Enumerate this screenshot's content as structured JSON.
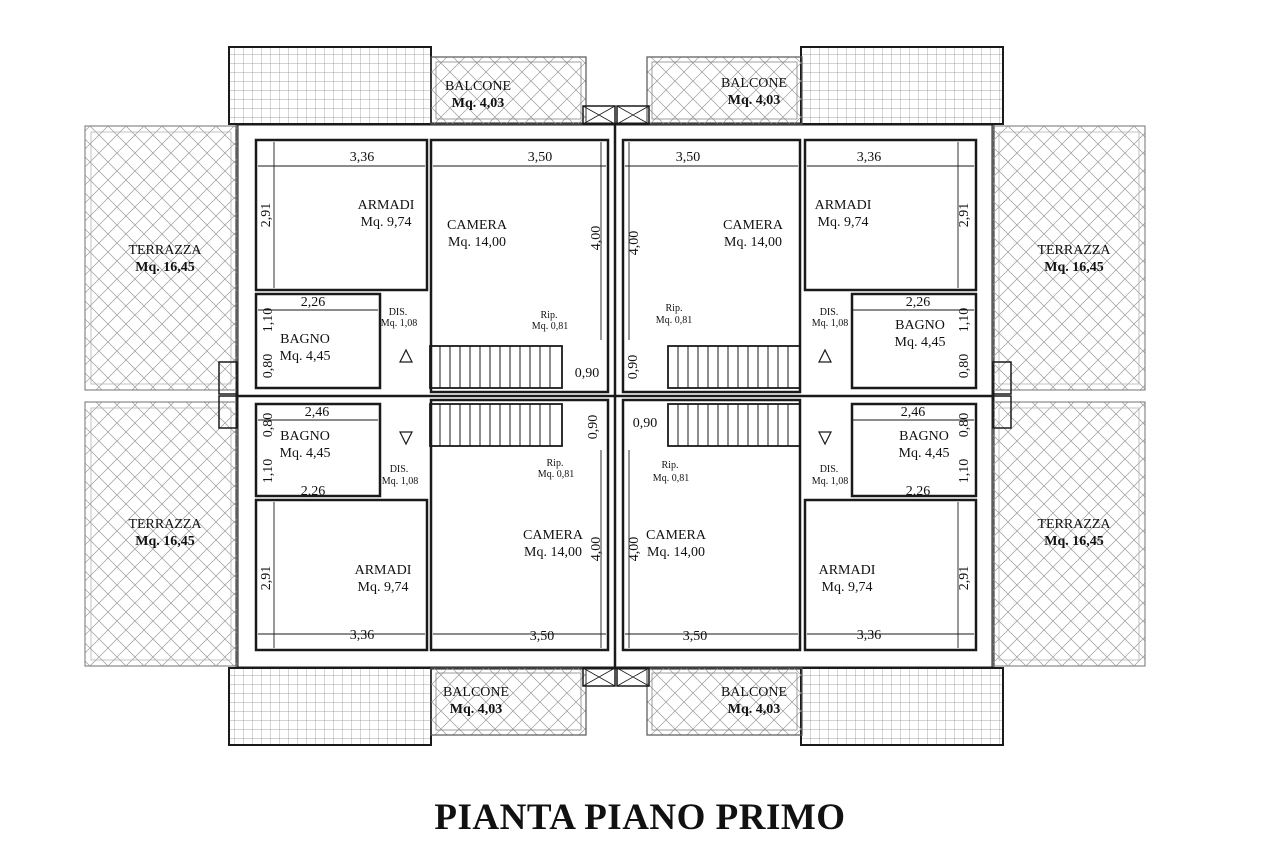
{
  "title": "PIANTA PIANO PRIMO",
  "colors": {
    "wall": "#1a1a1a",
    "hatch": "#9a9a9a",
    "background": "#ffffff"
  },
  "rooms": {
    "balcone_label": "BALCONE",
    "balcone_area": "Mq. 4,03",
    "terrazza_label": "TERRAZZA",
    "terrazza_area": "Mq. 16,45",
    "armadi_label": "ARMADI",
    "armadi_area": "Mq. 9,74",
    "camera_label": "CAMERA",
    "camera_area": "Mq. 14,00",
    "bagno_label": "BAGNO",
    "bagno_area": "Mq. 4,45",
    "dis_label": "DIS.",
    "dis_area": "Mq. 1,08",
    "rip_label": "Rip.",
    "rip_area": "Mq. 0,81"
  },
  "dimensions": {
    "armadi_width": "3,36",
    "camera_width": "3,50",
    "armadi_depth": "2,91",
    "camera_depth": "4,00",
    "bagno_width_a": "2,26",
    "bagno_width_b": "2,46",
    "bagno_depth_a": "1,10",
    "bagno_depth_b": "0,80",
    "stair_width": "0,90"
  }
}
